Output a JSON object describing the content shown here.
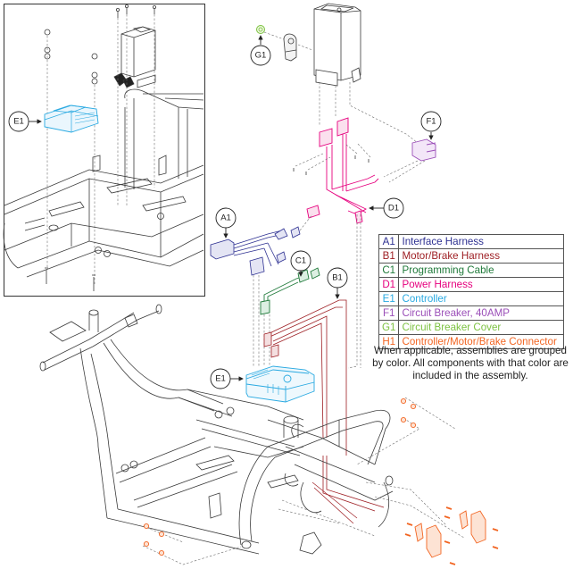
{
  "diagram": {
    "title": "Controller / Harness Exploded Parts Diagram",
    "callouts": [
      {
        "id": "G1",
        "label": "G1"
      },
      {
        "id": "F1",
        "label": "F1"
      },
      {
        "id": "D1",
        "label": "D1"
      },
      {
        "id": "A1",
        "label": "A1"
      },
      {
        "id": "C1",
        "label": "C1"
      },
      {
        "id": "B1",
        "label": "B1"
      },
      {
        "id": "E1-main",
        "label": "E1"
      },
      {
        "id": "E1-inset",
        "label": "E1"
      }
    ],
    "colors": {
      "A1": "#2e3192",
      "B1": "#9e1f24",
      "C1": "#1f7a3a",
      "D1": "#e6007e",
      "E1": "#29a9e1",
      "F1": "#9b4fb8",
      "G1": "#7dc242",
      "H1": "#f26522",
      "line": "#3a3a3a"
    }
  },
  "legend": {
    "items": [
      {
        "code": "A1",
        "name": "Interface Harness",
        "color": "#2e3192"
      },
      {
        "code": "B1",
        "name": "Motor/Brake Harness",
        "color": "#9e1f24"
      },
      {
        "code": "C1",
        "name": "Programming Cable",
        "color": "#1f7a3a"
      },
      {
        "code": "D1",
        "name": "Power Harness",
        "color": "#e6007e"
      },
      {
        "code": "E1",
        "name": "Controller",
        "color": "#29a9e1"
      },
      {
        "code": "F1",
        "name": "Circuit Breaker, 40AMP",
        "color": "#9b4fb8"
      },
      {
        "code": "G1",
        "name": "Circuit Breaker Cover",
        "color": "#7dc242"
      },
      {
        "code": "H1",
        "name": "Controller/Motor/Brake Connector",
        "color": "#f26522"
      }
    ],
    "note": "When applicable, assemblies are grouped by color. All components with that color are included in the assembly."
  }
}
